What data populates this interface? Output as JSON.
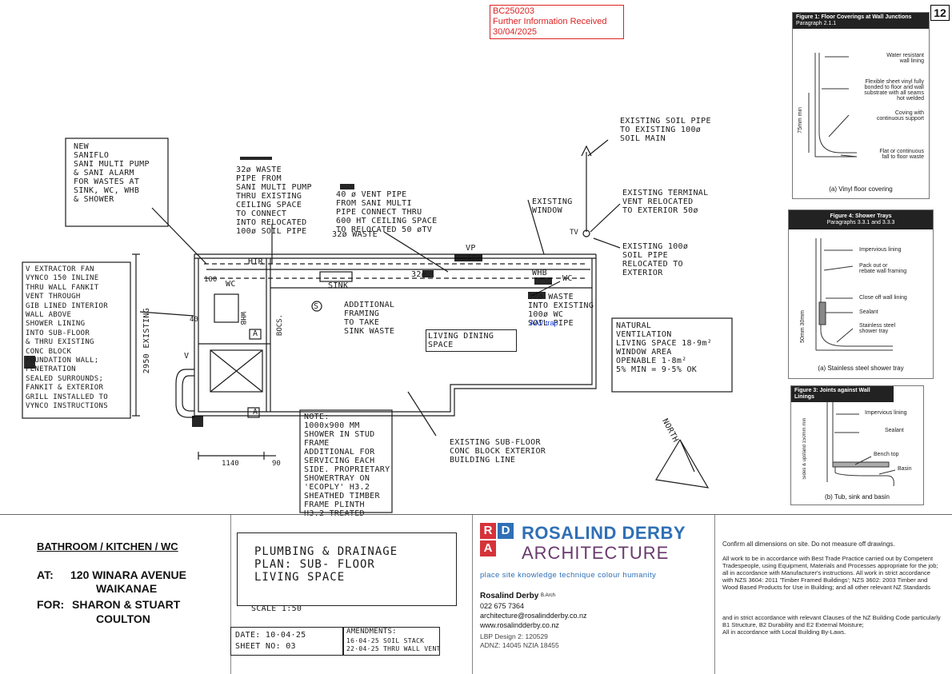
{
  "stamp": {
    "line1": "BC250203",
    "line2": "Further Information Received",
    "line3": "30/04/2025"
  },
  "page_number": "12",
  "notes_plan": {
    "saniflo": "NEW\nSANIFLO\nSANI MULTI PUMP\n& SANI ALARM\nFOR WASTES AT\nSINK, WC, WHB\n& SHOWER",
    "waste32": "32ø WASTE\nPIPE FROM\nSANI MULTI PUMP\nTHRU EXISTING\nCEILING SPACE\nTO CONNECT\nINTO RELOCATED\n100ø SOIL PIPE",
    "vent40": "40 ø VENT PIPE\nFROM SANI MULTI\nPIPE CONNECT THRU\n600 HT CEILING SPACE\nTO RELOCATED 50 øTV",
    "waste32b": "32ø WASTE",
    "existing_soil": "EXISTING SOIL PIPE\nTO EXISTING 100ø\nSOIL MAIN",
    "existing_window": "EXISTING\nWINDOW",
    "existing_terminal": "EXISTING TERMINAL\nVENT RELOCATED\nTO EXTERIOR 50ø",
    "existing_100": "EXISTING 100ø\nSOIL PIPE\nRELOCATED TO\nEXTERIOR",
    "extractor": "V EXTRACTOR FAN\nVYNCO 150 INLINE\nTHRU WALL FANKIT\nVENT THROUGH\nGIB LINED INTERIOR\nWALL ABOVE\nSHOWER LINING\nINTO SUB-FLOOR\n& THRU EXISTING\nCONC BLOCK\nFOUNDATION WALL;\nPENETRATION\nSEALED SURROUNDS;\nFANKIT & EXTERIOR\nGRILL INSTALLED TO\nVYNCO INSTRUCTIONS",
    "existing_dim": "EXISTING",
    "dim_2950": "2950",
    "additional": "ADDITIONAL\nFRAMING\nTO TAKE\nSINK WASTE",
    "living_dining": "LIVING DINING\nSPACE",
    "waste_wc": "32ø WASTE\nINTO EXISTING\n100ø WC\nSOIL PIPE",
    "aav": "AAV trap",
    "ventilation": "NATURAL\nVENTILATION\nLIVING SPACE 18·9m²\nWINDOW AREA\nOPENABLE    1·8m²\n5% MIN      = 9·5% OK",
    "note": "NOTE:\n1000x900 MM\nSHOWER IN STUD FRAME\nADDITIONAL FOR\nSERVICING EACH\nSIDE. PROPRIETARY\nSHOWERTRAY ON\n'ECOPLY' H3.2\nSHEATHED TIMBER\nFRAME PLINTH\nH3.2 TREATED",
    "sub_floor": "EXISTING SUB-FLOOR\nCONC BLOCK EXTERIOR\nBUILDING LINE",
    "north": "NORTH",
    "vp": "VP",
    "vp40": "40ø",
    "w32": "32ø",
    "htr": "HTR",
    "wc": "WC",
    "whb": "WHB",
    "wc2": "WC",
    "sink": "SINK",
    "s": "S",
    "v": "V",
    "a": "A",
    "a2": "A",
    "d1140": "1140",
    "d90": "90",
    "d40": "40",
    "d100": "100",
    "whb2": "WHB",
    "bocs": "BOCS.",
    "tv": "TV"
  },
  "figures": {
    "fig1": {
      "title": "Figure 1:  Floor Coverings at Wall Junctions",
      "sub": "Paragraph 2.1.1",
      "labels": [
        "Water resistant\nwall lining",
        "Flexible sheet vinyl fully\nbonded to floor and wall\nsubstrate with all seams\nhot welded",
        "Coving with\ncontinuous support",
        "Flat or continuous\nfall to floor waste"
      ],
      "dim": "75mm min",
      "caption": "(a)  Vinyl floor covering"
    },
    "fig4": {
      "title": "Figure 4:     Shower Trays",
      "sub": "Paragraphs 3.3.1 and 3.3.3",
      "labels": [
        "Impervious lining",
        "Pack out or\nrebate wall framing",
        "Close off wall lining",
        "Sealant",
        "Stainless steel\nshower tray"
      ],
      "dim": "50mm 30mm",
      "caption": "(a)  Stainless steel shower tray"
    },
    "fig3": {
      "title": "Figure 3:     Joints against Wall Linings",
      "labels": [
        "Impervious lining",
        "Sealant",
        "Bench top",
        "Basin"
      ],
      "dim": "Sides & upstand 150mm min",
      "caption": "(b)  Tub, sink and basin"
    }
  },
  "titleblock": {
    "project": "BATHROOM / KITCHEN / WC",
    "at_label": "AT:",
    "address1": "120 WINARA AVENUE",
    "address2": "WAIKANAE",
    "for_label": "FOR:",
    "client1": "SHARON & STUART",
    "client2": "COULTON",
    "drawing_title": "PLUMBING & DRAINAGE\nPLAN: SUB- FLOOR\nLIVING SPACE",
    "scale": "SCALE 1:50",
    "date": "DATE: 10·04·25",
    "sheet": "SHEET NO: 03",
    "amendments_label": "AMENDMENTS:",
    "amend1": "16·04·25 SOIL STACK",
    "amend2": "22·04·25 THRU WALL VENT",
    "firm_name": "ROSALIND DERBY",
    "firm_sub": "ARCHITECTURE",
    "logo_letters": [
      "R",
      "D",
      "A"
    ],
    "tagline": "place  site knowledge  technique  colour  humanity",
    "architect": "Rosalind Derby",
    "architect_quals": "B.Arch",
    "phone": "022 675 7364",
    "email": "architecture@rosalindderby.co.nz",
    "web": "www.rosalindderby.co.nz",
    "lbp": "LBP Design 2: 120529",
    "adnz": "ADNZ: 14045   NZIA 18455",
    "confirm": "Confirm all dimensions on site. Do not measure off drawings.",
    "spec1": "All work to be in accordance with Best Trade Practice carried out by Competent Tradespeople, using Equipment, Materials and Processes appropriate for the job; all in accordance with Manufacturer's instructions. All work in strict accordance with NZS 3604: 2011 'Timber Framed Buildings'; NZS 3602: 2003 Timber and Wood Based Products for Use in Building; and all other relevant NZ Standards",
    "spec2": "and in strict accordance with relevant Clauses of the NZ Building Code particularly B1 Structure, B2 Durability and E2 External Moisture;",
    "spec3": "All in accordance with Local Building By-Laws."
  },
  "colors": {
    "stamp": "#dd2222",
    "highlight": "#6bd34a",
    "aav": "#1a3fd6",
    "logo_red": "#d6323a",
    "logo_blue": "#2f6fb5",
    "logo_purple": "#6a3a6e"
  }
}
